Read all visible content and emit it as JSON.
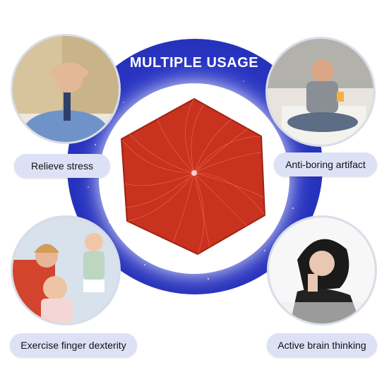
{
  "title": "MULTIPLE USAGE",
  "labels": {
    "top_left": "Relieve stress",
    "top_right": "Anti-boring artifact",
    "bottom_left": "Exercise finger dexterity",
    "bottom_right": "Active brain thinking"
  },
  "colors": {
    "ring_blue": "#2a36c4",
    "product_red": "#c8321e",
    "pill_bg": "#dde1f5"
  }
}
